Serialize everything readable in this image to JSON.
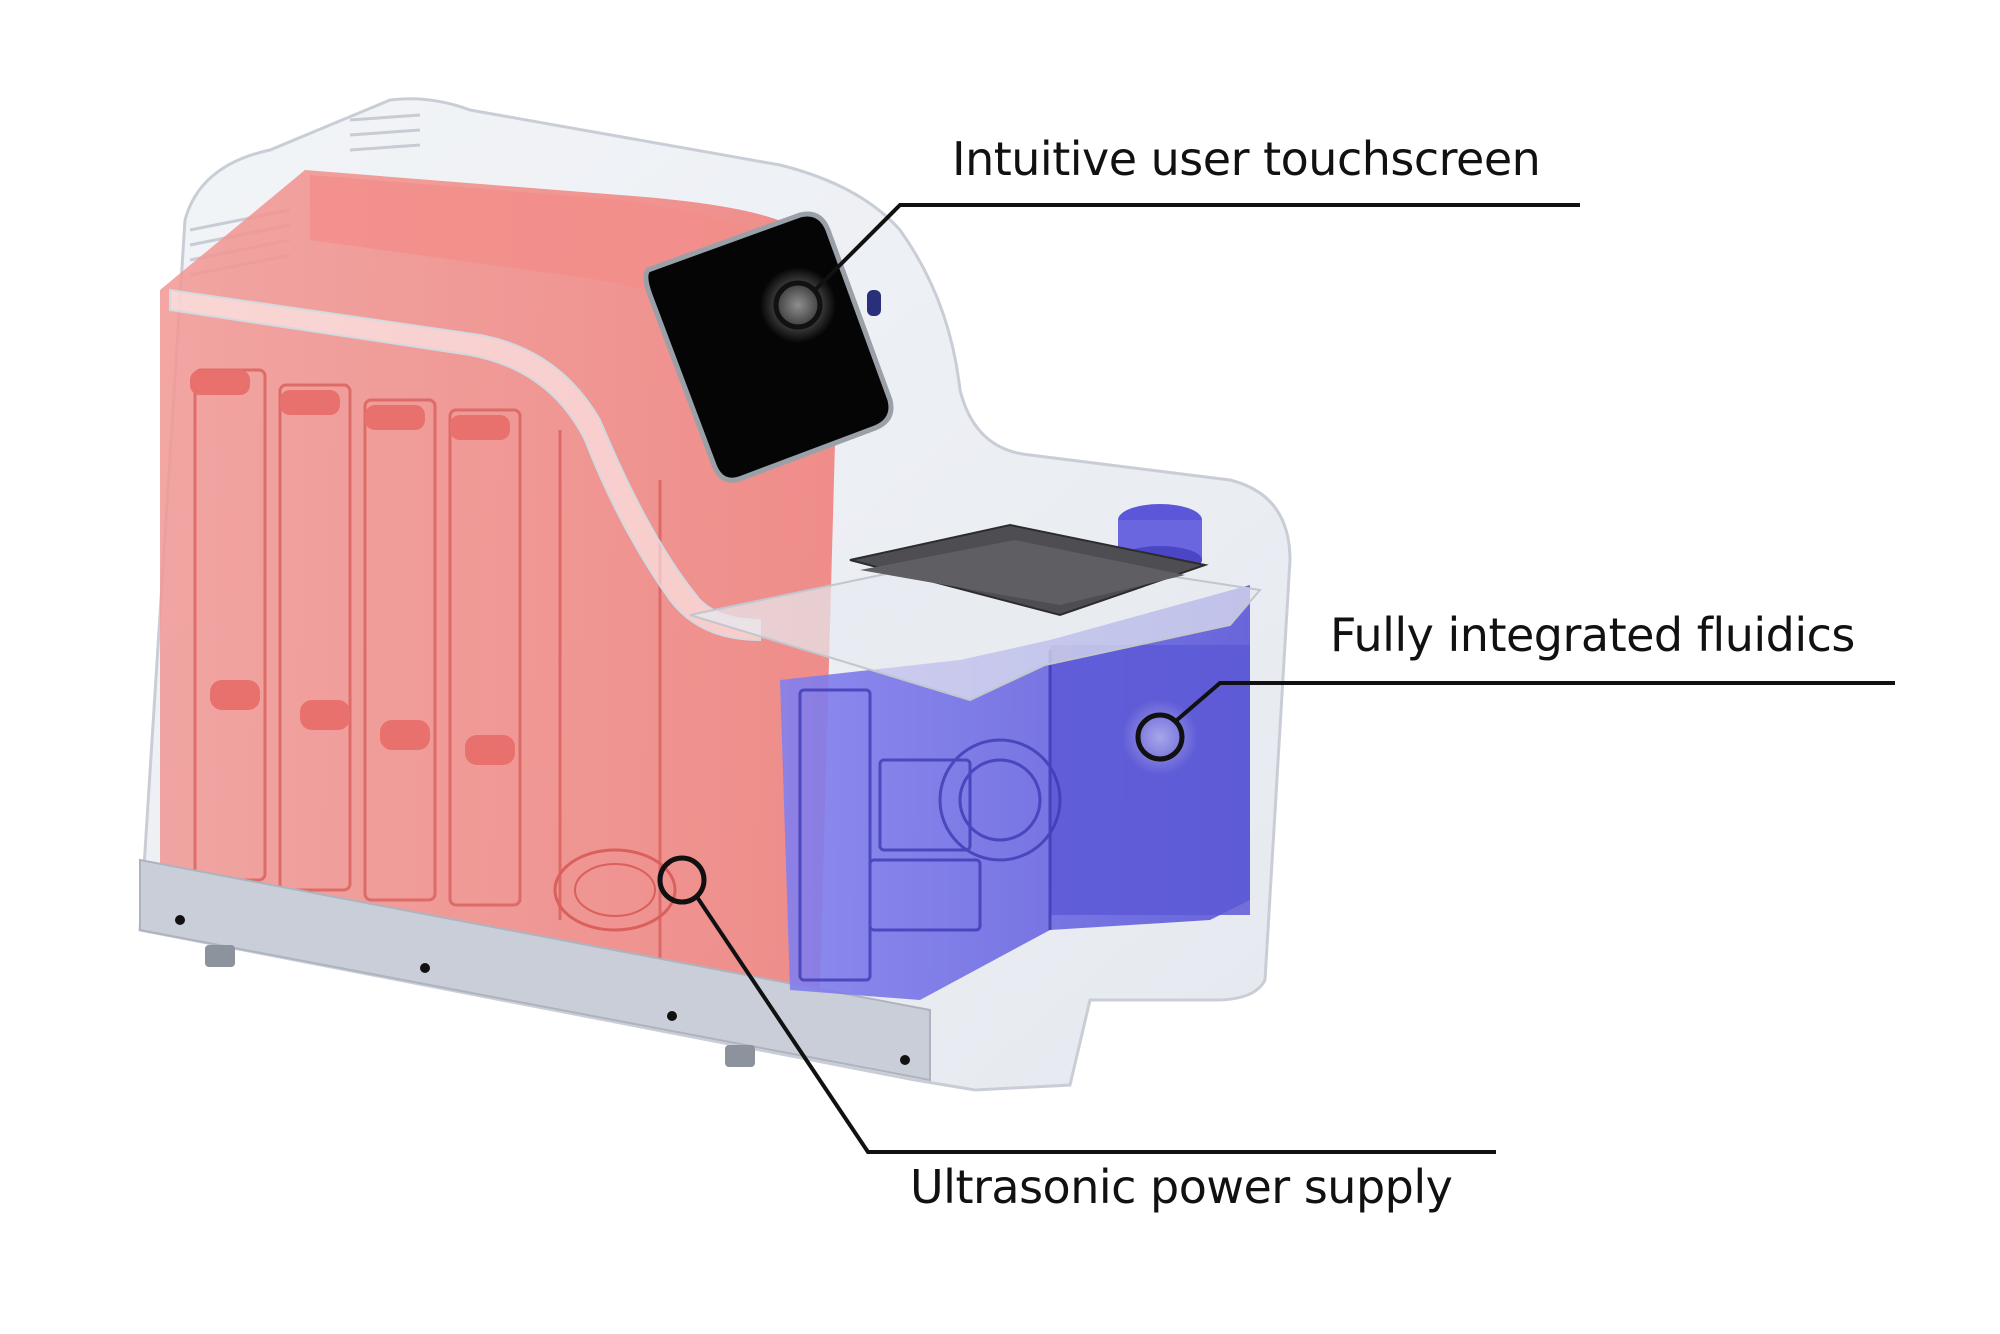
{
  "callouts": {
    "touchscreen": "Intuitive user touchscreen",
    "fluidics": "Fully integrated fluidics",
    "power_supply": "Ultrasonic power supply"
  },
  "colors": {
    "background": "#ffffff",
    "housing": "#e4e8ee",
    "power_section": "#f08a86",
    "fluidics_section": "#6f6be6",
    "screen": "#050505",
    "base_plate": "#c9ced8",
    "leader_line": "#111111"
  }
}
